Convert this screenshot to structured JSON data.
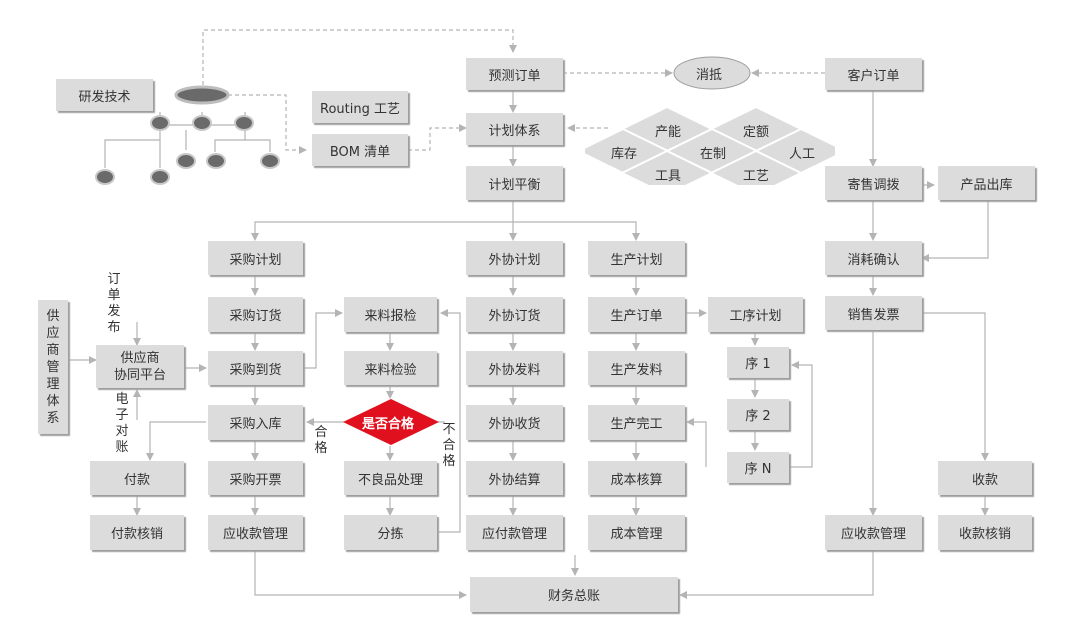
{
  "nodes": {
    "forecast_order": "预测订单",
    "offset": "消抵",
    "customer_order": "客户订单",
    "rd_tech": "研发技术",
    "routing": "Routing 工艺",
    "bom": "BOM 清单",
    "plan_system": "计划体系",
    "plan_balance": "计划平衡",
    "consign_transfer": "寄售调拨",
    "product_out": "产品出库",
    "consume_confirm": "消耗确认",
    "sales_invoice": "销售发票",
    "collection": "收款",
    "collection_writeoff": "收款核销",
    "ar_mgmt_right": "应收款管理",
    "purchase_plan": "采购计划",
    "purchase_order": "采购订货",
    "purchase_arrival": "采购到货",
    "purchase_stockin": "采购入库",
    "purchase_invoice": "采购开票",
    "ar_mgmt_left": "应收款管理",
    "payment": "付款",
    "payment_writeoff": "付款核销",
    "supplier_platform_line1": "供应商",
    "supplier_platform_line2": "协同平台",
    "supplier_system": "供应商管理体系",
    "order_publish": "订单发布",
    "e_reconcile": "电子对账",
    "incoming_inspect_report": "来料报检",
    "incoming_inspect": "来料检验",
    "qualified_check": "是否合格",
    "qualified": "合格",
    "unqualified": "不合格",
    "defect_handle": "不良品处理",
    "sorting": "分拣",
    "outsource_plan": "外协计划",
    "outsource_order": "外协订货",
    "outsource_issue": "外协发料",
    "outsource_receive": "外协收货",
    "outsource_settle": "外协结算",
    "ap_mgmt": "应付款管理",
    "production_plan": "生产计划",
    "production_order": "生产订单",
    "production_issue": "生产发料",
    "production_complete": "生产完工",
    "cost_accounting": "成本核算",
    "cost_mgmt": "成本管理",
    "process_plan": "工序计划",
    "seq1": "序 1",
    "seq2": "序 2",
    "seqN": "序 N",
    "general_ledger": "财务总账"
  },
  "diamond_labels": {
    "capacity": "产能",
    "quota": "定额",
    "inventory": "库存",
    "wip": "在制",
    "labor": "人工",
    "tooling": "工具",
    "craft": "工艺"
  },
  "colors": {
    "box": "#dcdcdc",
    "shadow": "#9e9e9e",
    "line": "#b4b4b4",
    "decision": "#e0101e",
    "dark_node": "#6a6a6a"
  }
}
